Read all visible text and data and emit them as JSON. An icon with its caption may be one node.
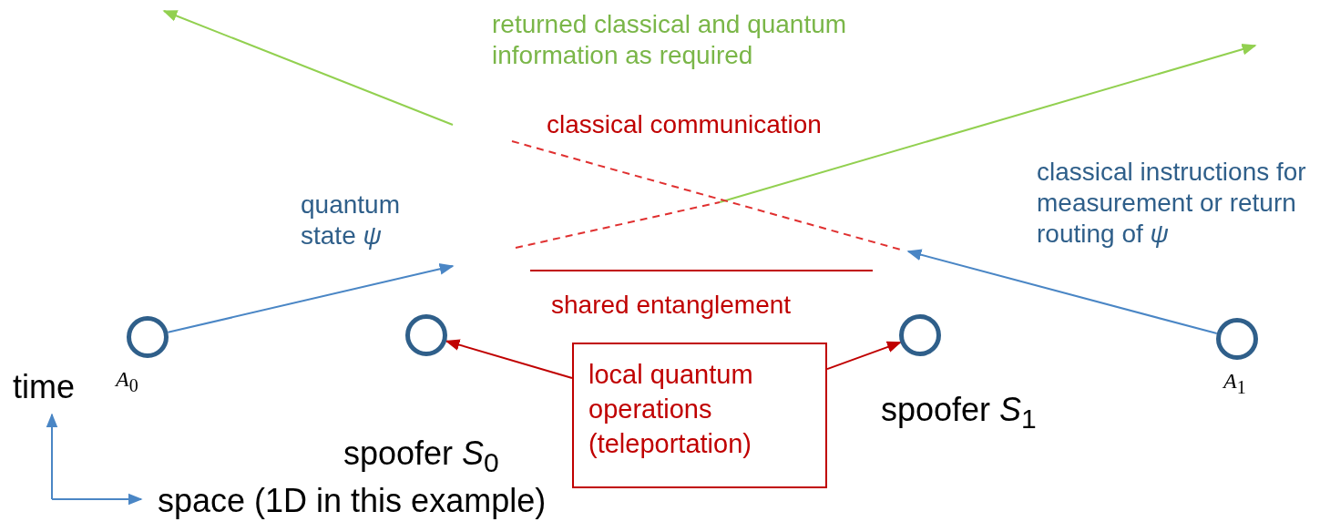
{
  "diagram": {
    "nodes": [
      {
        "text": [],
        "shape": "circle",
        "beside": [
          "*A*$_{0}$"
        ]
      },
      {
        "text": [],
        "shape": "circle",
        "beside": [
          "spoofer *S*$_{0}$"
        ]
      },
      {
        "text": [],
        "shape": "circle",
        "beside": [
          "spoofer *S*$_{1}$"
        ]
      },
      {
        "text": [],
        "shape": "circle",
        "beside": [
          "*A*$_{1}$"
        ]
      },
      {
        "text": [
          "local quantum operations (teleportation)"
        ]
      }
    ],
    "edges": [
      {
        "from": 0,
        "to": null,
        "arrow": "to",
        "label": "quantum state *ψ*"
      },
      {
        "from": 3,
        "to": null,
        "arrow": "to",
        "label": "classical instructions for measurement or return routing of *ψ*"
      },
      {
        "from": 4,
        "to": 1,
        "arrow": "to",
        "color": "#c00000"
      },
      {
        "from": 4,
        "to": 2,
        "arrow": "to",
        "color": "#c00000"
      }
    ],
    "labels": [
      "returned classical and quantum information as required",
      "classical communication",
      "shared entanglement",
      "time",
      "space (1D in this example)"
    ]
  }
}
